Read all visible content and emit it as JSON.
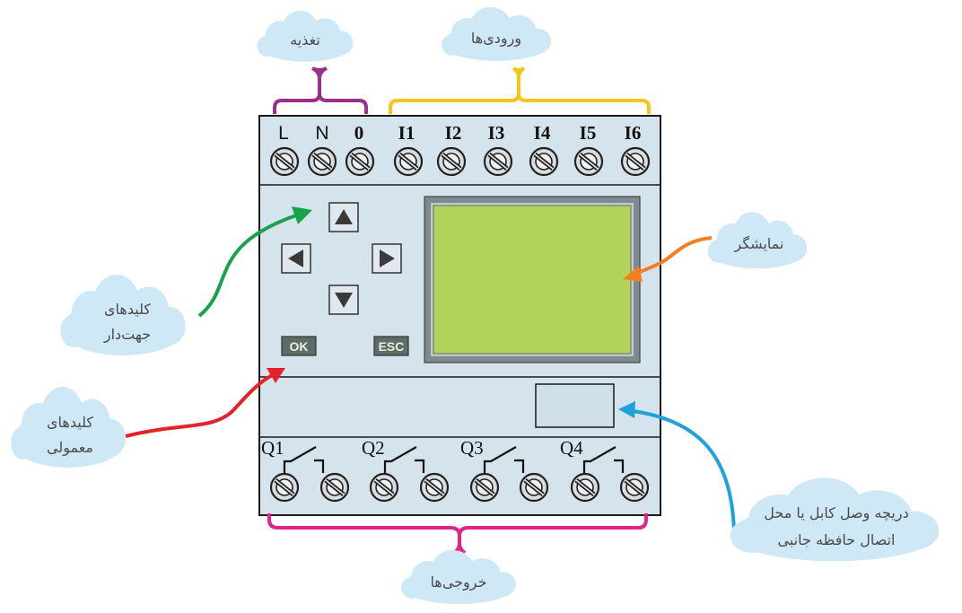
{
  "colors": {
    "housing": "#d5e3ec",
    "lcd": "#b2d35a",
    "cloud": "#cfe8f5",
    "power_bracket": "#9b2f8c",
    "inputs_bracket": "#f5c518",
    "outputs_bracket": "#e0248a",
    "arrow_nav": "#17a34a",
    "arrow_func": "#e3232b",
    "arrow_display": "#f47f20",
    "arrow_port": "#1ea1dc"
  },
  "device": {
    "top_terminals": [
      "L",
      "N",
      "0",
      "I1",
      "I2",
      "I3",
      "I4",
      "I5",
      "I6"
    ],
    "output_labels": [
      "Q1",
      "Q2",
      "Q3",
      "Q4"
    ],
    "ok_key": "OK",
    "esc_key": "ESC"
  },
  "callouts": {
    "power": "تغذیه",
    "inputs": "ورودی‌ها",
    "display": "نمایشگر",
    "nav_keys": [
      "کلیدهای",
      "جهت‌دار"
    ],
    "func_keys": [
      "کلیدهای",
      "معمولی"
    ],
    "port": [
      "دریچه وصل کابل یا محل",
      "اتصال حافظه جانبی"
    ],
    "outputs": "خروجی‌ها"
  },
  "icons": [
    "arrow-up-key-icon",
    "arrow-left-key-icon",
    "arrow-right-key-icon",
    "arrow-down-key-icon",
    "screw-terminal-icon",
    "relay-contact-icon",
    "cloud-icon"
  ]
}
